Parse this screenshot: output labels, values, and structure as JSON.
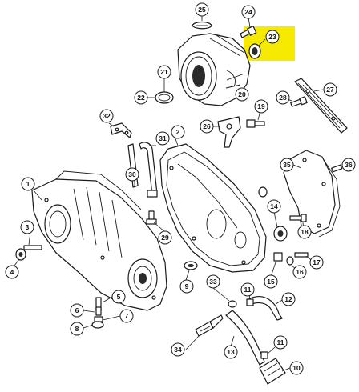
{
  "highlight_color": "#f5ea00",
  "callouts": {
    "c1": "1",
    "c2": "2",
    "c3": "3",
    "c4": "4",
    "c5": "5",
    "c6": "6",
    "c7": "7",
    "c8": "8",
    "c9": "9",
    "c10": "10",
    "c11a": "11",
    "c11b": "11",
    "c12": "12",
    "c13": "13",
    "c14": "14",
    "c15": "15",
    "c16": "16",
    "c17": "17",
    "c18": "18",
    "c19": "19",
    "c20": "20",
    "c21": "21",
    "c22": "22",
    "c23": "23",
    "c24": "24",
    "c25": "25",
    "c26": "26",
    "c27": "27",
    "c28": "28",
    "c29": "29",
    "c30": "30",
    "c31": "31",
    "c32": "32",
    "c33": "33",
    "c34": "34",
    "c35": "35",
    "c36": "36"
  }
}
